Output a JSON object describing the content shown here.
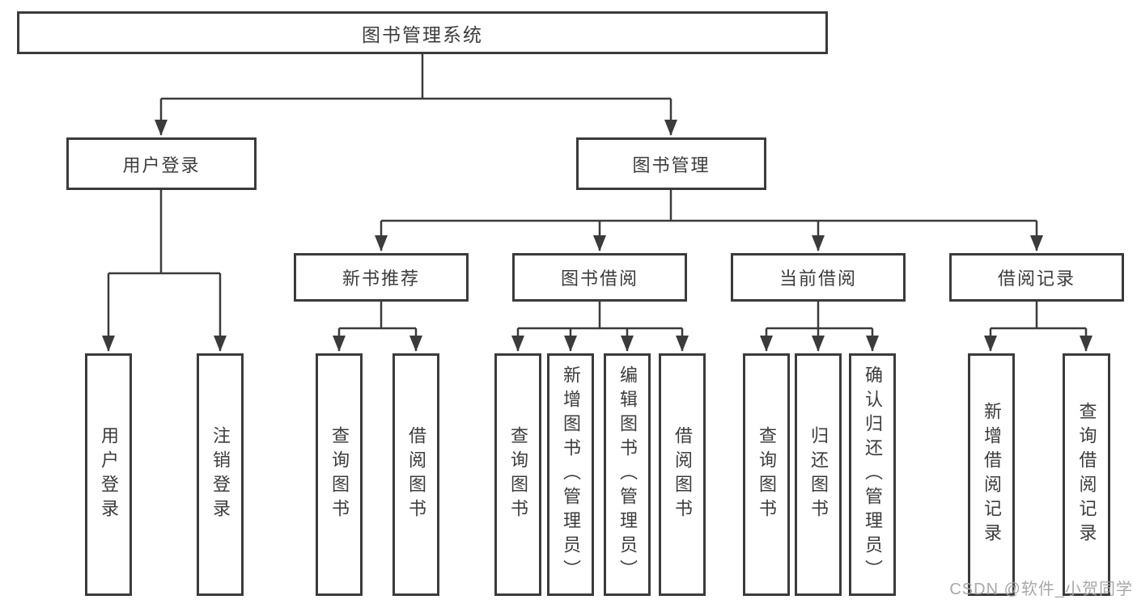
{
  "diagram_type": "functional-structure-tree",
  "colors": {
    "line": "#3b3b3b",
    "box_border": "#3b3b3b",
    "text": "#3c3c3c",
    "box_background": "#ffffff",
    "watermark": "#a3a3a3"
  },
  "tree": {
    "label": "图书管理系统",
    "children": [
      {
        "label": "用户登录",
        "children": [
          {
            "label": "用户登录"
          },
          {
            "label": "注销登录"
          }
        ]
      },
      {
        "label": "图书管理",
        "children": [
          {
            "label": "新书推荐",
            "children": [
              {
                "label": "查询图书"
              },
              {
                "label": "借阅图书"
              }
            ]
          },
          {
            "label": "图书借阅",
            "children": [
              {
                "label": "查询图书"
              },
              {
                "label": "新增图书（管理员）"
              },
              {
                "label": "编辑图书（管理员）"
              },
              {
                "label": "借阅图书"
              }
            ]
          },
          {
            "label": "当前借阅",
            "children": [
              {
                "label": "查询图书"
              },
              {
                "label": "归还图书"
              },
              {
                "label": "确认归还（管理员）"
              }
            ]
          },
          {
            "label": "借阅记录",
            "children": [
              {
                "label": "新增借阅记录"
              },
              {
                "label": "查询借阅记录"
              }
            ]
          }
        ]
      }
    ]
  },
  "watermark": "CSDN @软件_小贺同学"
}
